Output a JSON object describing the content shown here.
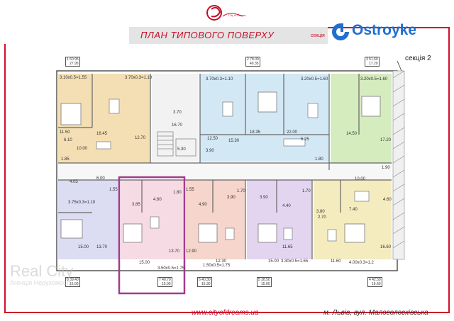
{
  "header": {
    "logo_text": "City of Dreams",
    "title": "ПЛАН ТИПОВОГО ПОВЕРХУ",
    "title_suffix": "секція",
    "brand": "Ostroyke",
    "section_label": "секція 2"
  },
  "footer": {
    "website": "www.cityofdreams.ua",
    "address": "м. Львів, вул. Малоголосківська"
  },
  "watermark": {
    "line1": "Real City",
    "line2": "Агенція Нерухомості"
  },
  "units": [
    {
      "num": "1",
      "total": "60.95",
      "living": "27.95"
    },
    {
      "num": "2",
      "total": "78.00",
      "living": "40.35"
    },
    {
      "num": "3",
      "total": "51.60",
      "living": "17.20"
    },
    {
      "num": "4",
      "total": "42.50",
      "living": "16.60"
    },
    {
      "num": "5",
      "total": "38.50",
      "living": "15.00"
    },
    {
      "num": "6",
      "total": "40.30",
      "living": "15.30"
    },
    {
      "num": "7",
      "total": "40.70",
      "living": "15.00"
    },
    {
      "num": "8",
      "total": "39.40",
      "living": "15.00"
    }
  ],
  "room_areas": [
    "3.10x0.5=1.55",
    "3.70x0.3=1.10",
    "16.45",
    "11.50",
    "6.10",
    "12.70",
    "10.00",
    "1.85",
    "3.70x0.3=1.10",
    "12.50",
    "15.30",
    "18.35",
    "22.00",
    "3.20x0.5=1.60",
    "5.25",
    "1.80",
    "3.90",
    "3.70",
    "16.70",
    "5.30",
    "3.20x0.5=1.60",
    "14.50",
    "17.20",
    "10.00",
    "1.90",
    "4.60",
    "6.00",
    "4.05",
    "1.55",
    "3.75x0.3=1.10",
    "15.00",
    "13.70",
    "3.85",
    "4.60",
    "1.80",
    "15.00",
    "13.70",
    "3.50x0.5=1.75",
    "1.55",
    "4.90",
    "3.90",
    "3.90",
    "1.70",
    "1.70",
    "4.40",
    "12.90",
    "1.50x0.5=1.75",
    "12.30",
    "15.00",
    "11.65",
    "3.30x0.5=1.65",
    "3.80",
    "2.70",
    "7.40",
    "11.60",
    "16.60",
    "4.00x0.3=1.2"
  ]
}
